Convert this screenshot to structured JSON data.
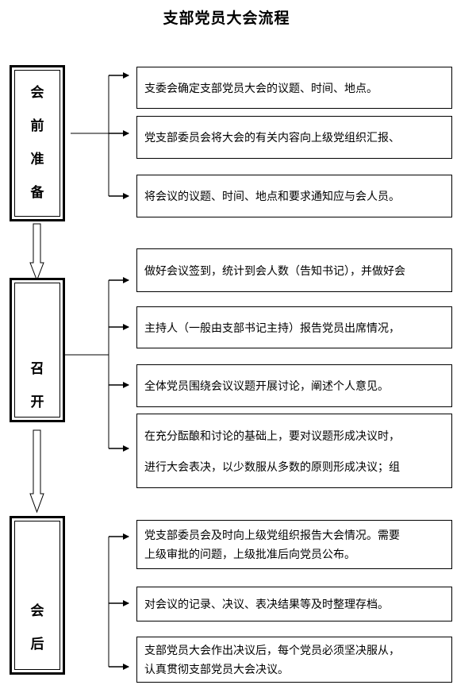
{
  "title": "支部党员大会流程",
  "stages": [
    {
      "chars": [
        "会",
        "前",
        "准",
        "备"
      ],
      "steps": [
        [
          "支委会确定支部党员大会的议题、时间、地点。"
        ],
        [
          "党支部委员会将大会的有关内容向上级党组织汇报、"
        ],
        [
          "将会议的议题、时间、地点和要求通知应与会人员。"
        ]
      ]
    },
    {
      "chars": [
        "召",
        "开"
      ],
      "steps": [
        [
          "做好会议签到，统计到会人数（告知书记），并做好会"
        ],
        [
          "主持人（一般由支部书记主持）报告党员出席情况，"
        ],
        [
          "全体党员围绕会议议题开展讨论，阐述个人意见。"
        ],
        [
          "在充分酝酿和讨论的基础上，要对议题形成决议时，",
          "进行大会表决，以少数服从多数的原则形成决议；组"
        ]
      ]
    },
    {
      "chars": [
        "会",
        "后"
      ],
      "steps": [
        [
          "党支部委员会及时向上级党组织报告大会情况。需要",
          "上级审批的问题，上级批准后向党员公布。"
        ],
        [
          "对会议的记录、决议、表决结果等及时整理存档。"
        ],
        [
          "支部党员大会作出决议后，每个党员必须坚决服从，",
          "认真贯彻支部党员大会决议。"
        ]
      ]
    }
  ]
}
